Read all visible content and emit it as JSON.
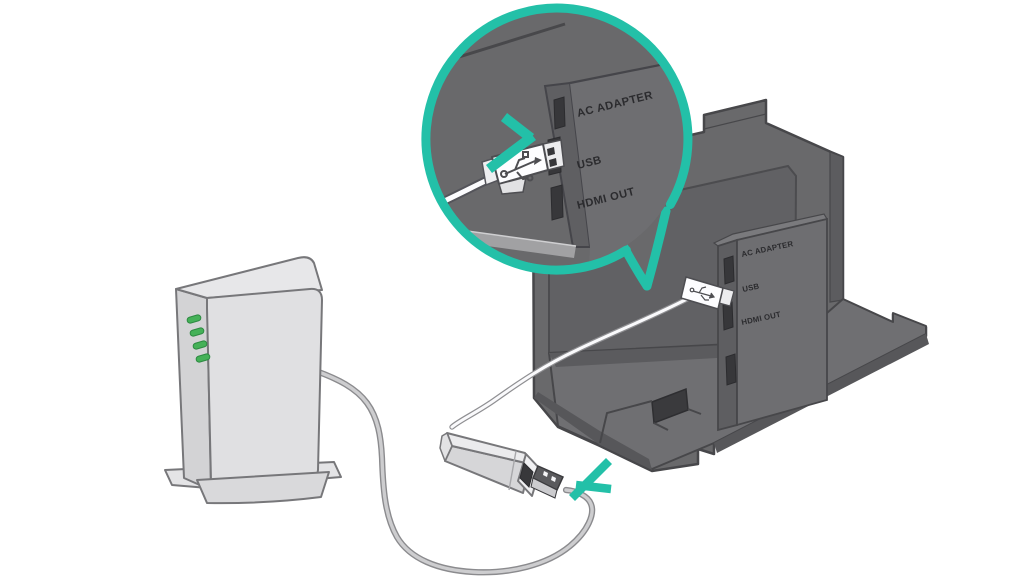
{
  "figure": {
    "background_color": "#ffffff",
    "colors": {
      "background": "#ffffff",
      "accent_teal": "#23c0a8",
      "dock_gray": "#69696b",
      "dock_outline": "#47474a",
      "panel_gray": "#6e6e71",
      "device_light": "#e0e0e2",
      "led_green": "#45b158",
      "label_ink": "#2b2b2e",
      "cable_outline": "#8b8b8e",
      "cable_fill": "#cdcdcf",
      "usb_cable_fill": "#fafafc"
    },
    "magnified_view": {
      "shape": "circle-callout",
      "labels": {
        "ac_adapter": "AC ADAPTER",
        "usb": "USB",
        "hdmi_out": "HDMI OUT"
      },
      "icons": {
        "insert_arrow": "chevron-arrow",
        "usb_trident": "usb-symbol"
      }
    },
    "dock_panel": {
      "labels": {
        "ac_adapter": "AC ADAPTER",
        "usb": "USB",
        "hdmi_out": "HDMI OUT"
      }
    },
    "router": {
      "led_count": 4
    }
  }
}
